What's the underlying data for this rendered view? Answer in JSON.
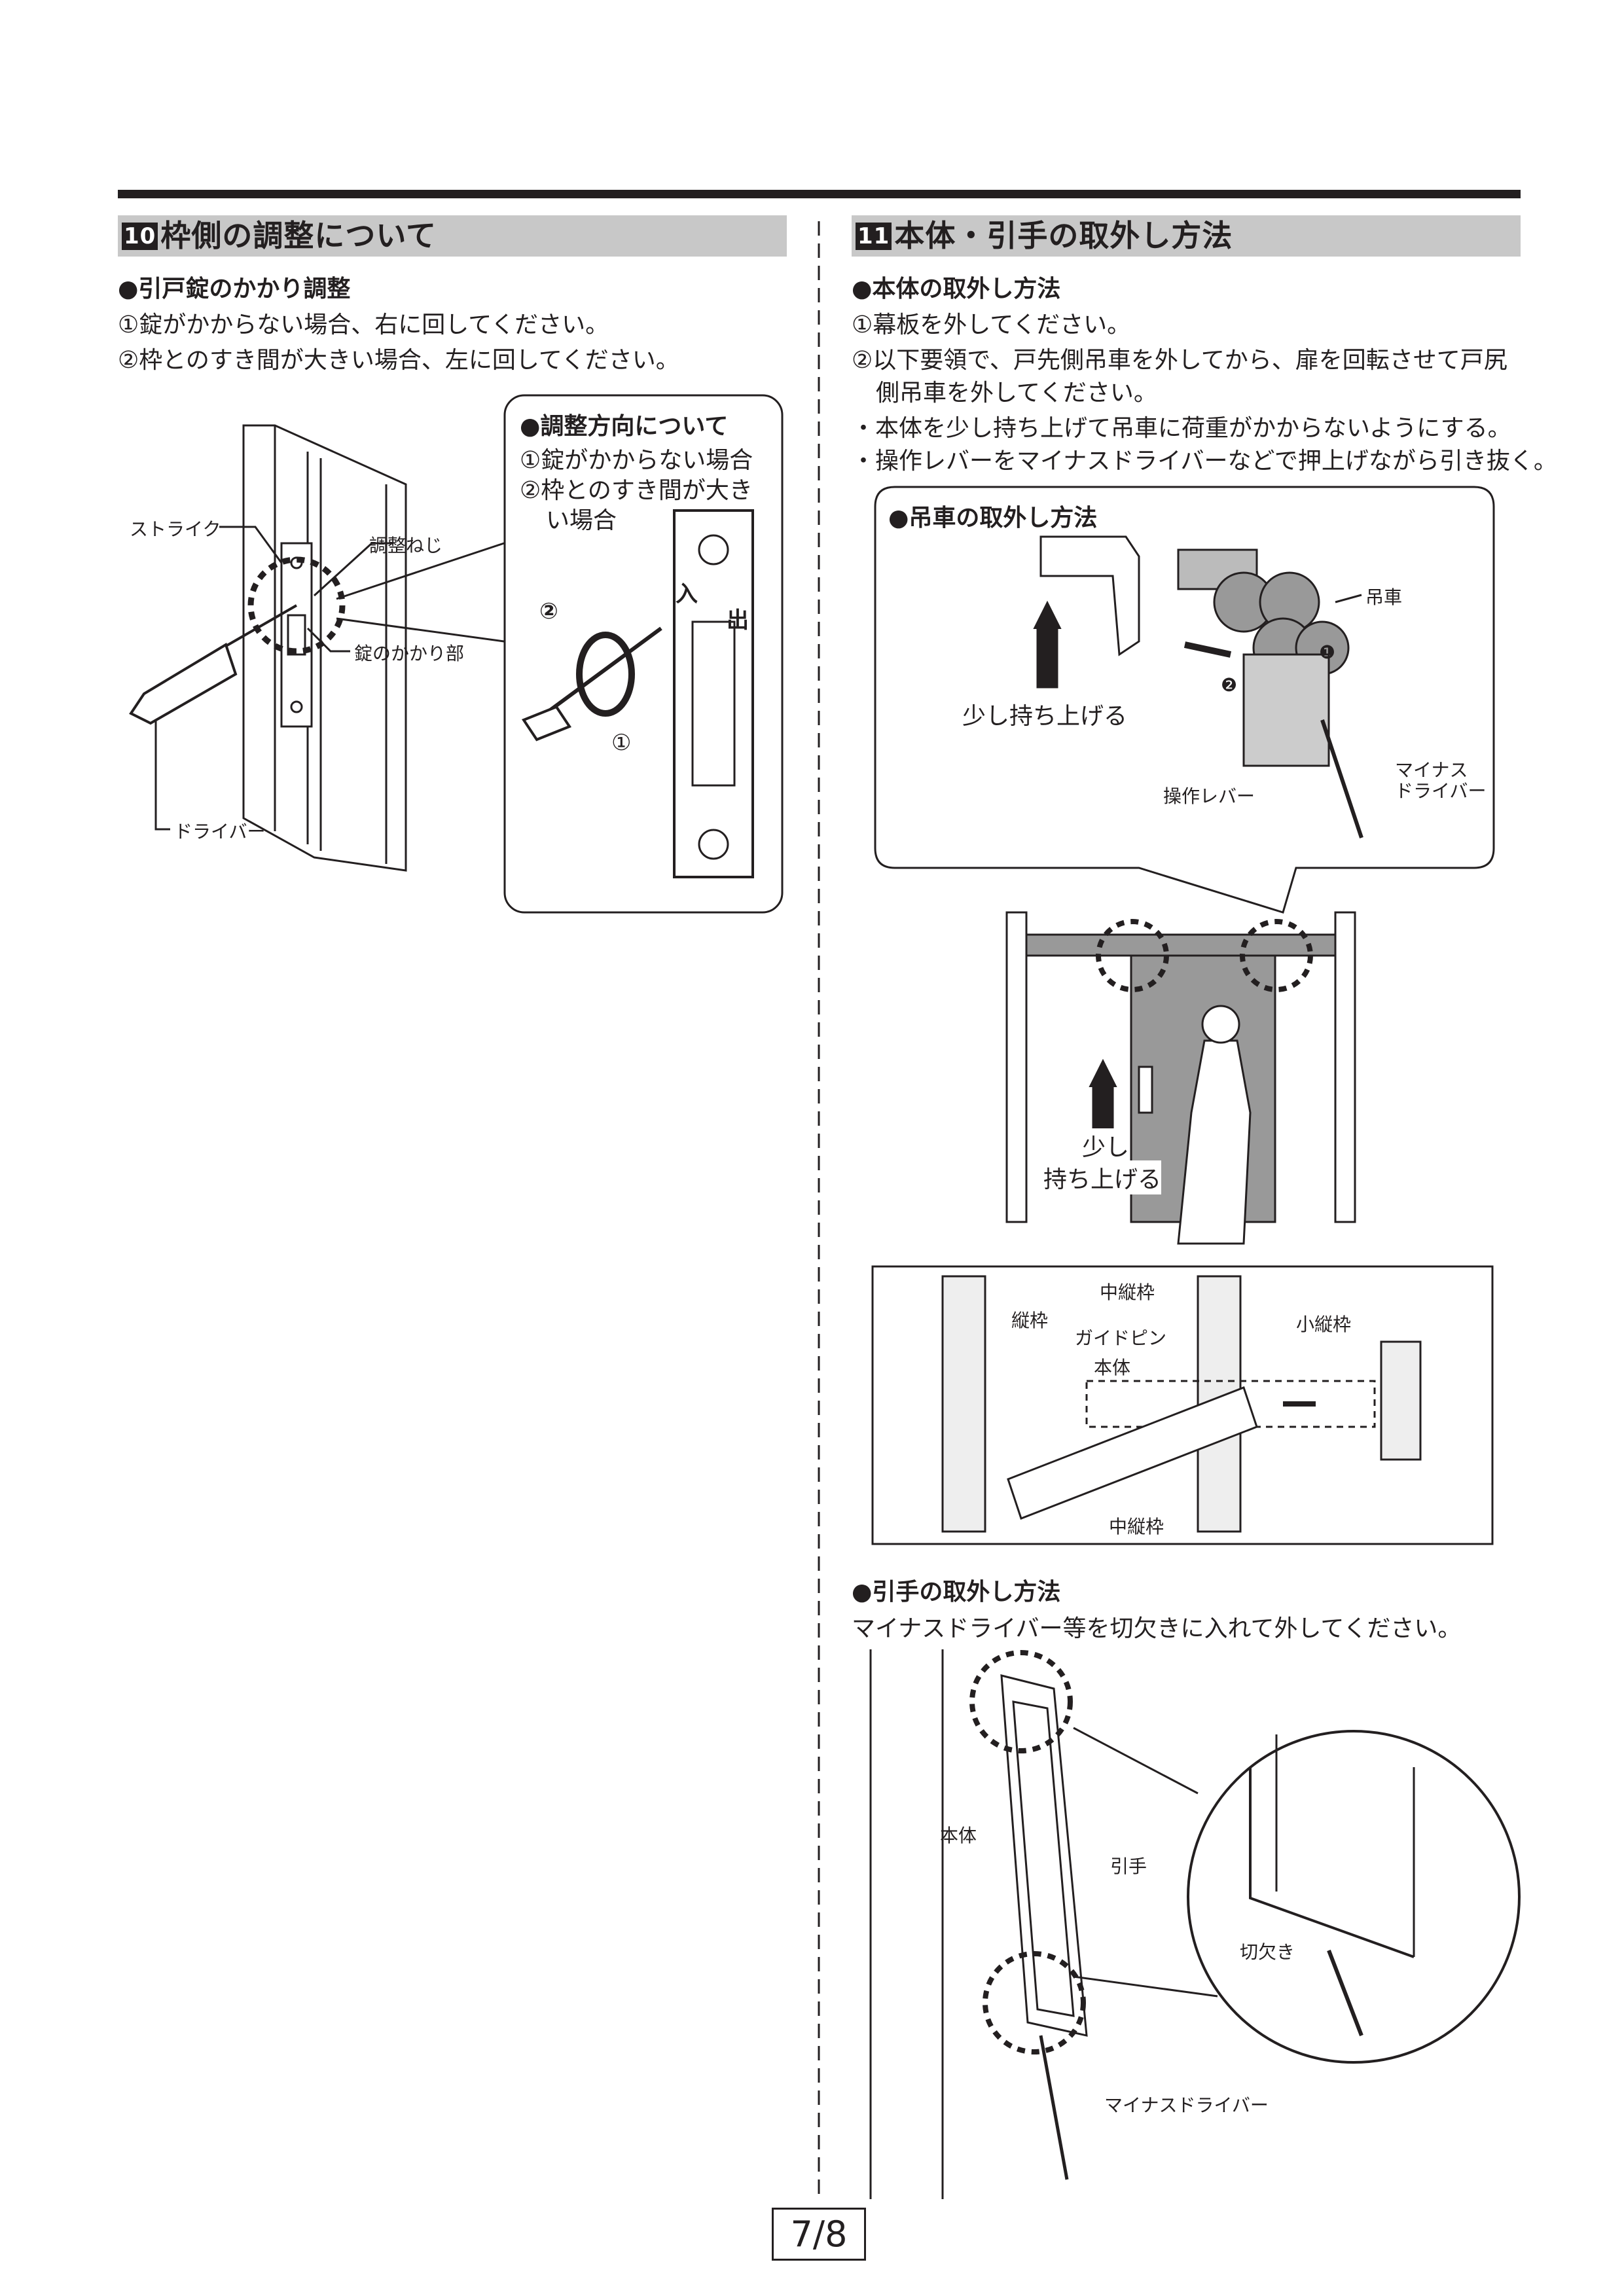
{
  "left_section": {
    "number": "10",
    "title": "枠側の調整について",
    "subheading": "●引戸錠のかかり調整",
    "steps": [
      "①錠がかからない場合、右に回してください。",
      "②枠とのすき間が大きい場合、左に回してください。"
    ],
    "figure_labels": {
      "strike": "ストライク",
      "adjust_screw": "調整ねじ",
      "latch_part": "錠のかかり部",
      "driver": "ドライバー"
    },
    "callout": {
      "title": "●調整方向について",
      "line1": "①錠がかからない場合",
      "line2": "②枠とのすき間が大き",
      "line3": "い場合",
      "mark1": "①",
      "mark2": "②",
      "in_label": "入",
      "out_label": "出"
    }
  },
  "right_section": {
    "number": "11",
    "title": "本体・引手の取外し方法",
    "body_removal": {
      "subheading": "●本体の取外し方法",
      "step1": "①幕板を外してください。",
      "step2a": "②以下要領で、戸先側吊車を外してから、扉を回転させて戸尻",
      "step2b": "側吊車を外してください。",
      "bullet1": "・本体を少し持ち上げて吊車に荷重がかからないようにする。",
      "bullet2": "・操作レバーをマイナスドライバーなどで押上げながら引き抜く。"
    },
    "roller_callout": {
      "title": "●吊車の取外し方法",
      "lift": "少し持ち上げる",
      "roller": "吊車",
      "driver_a": "マイナス",
      "driver_b": "ドライバー",
      "lever": "操作レバー",
      "mark1": "❶",
      "mark2": "❷"
    },
    "door_figure": {
      "lift_a": "少し",
      "lift_b": "持ち上げる"
    },
    "plan_figure": {
      "vertical_frame": "縦枠",
      "middle_frame_top": "中縦枠",
      "small_frame": "小縦枠",
      "guide_pin": "ガイドピン",
      "body": "本体",
      "middle_frame_bottom": "中縦枠"
    },
    "handle_removal": {
      "subheading": "●引手の取外し方法",
      "text": "マイナスドライバー等を切欠きに入れて外してください。",
      "labels": {
        "body": "本体",
        "handle": "引手",
        "notch": "切欠き",
        "driver": "マイナスドライバー"
      }
    }
  },
  "footer": {
    "page": "7/8"
  }
}
